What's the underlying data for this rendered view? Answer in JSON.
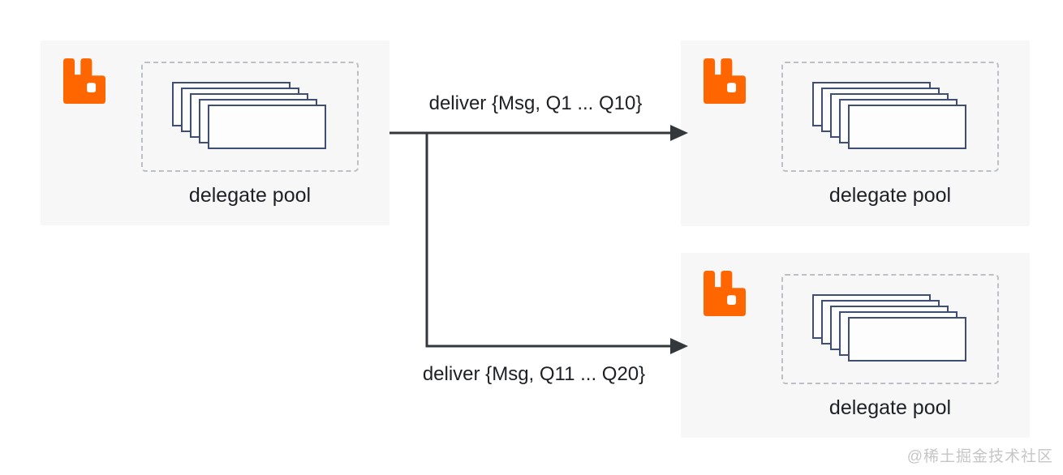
{
  "diagram": {
    "type": "architecture-diagram",
    "subject": "RabbitMQ delegate pool message delivery",
    "nodes": [
      {
        "id": "node-source",
        "icon": "rabbitmq-logo-icon",
        "pool_label": "delegate pool",
        "queue_cards": 5
      },
      {
        "id": "node-target-top",
        "icon": "rabbitmq-logo-icon",
        "pool_label": "delegate pool",
        "queue_cards": 5
      },
      {
        "id": "node-target-bottom",
        "icon": "rabbitmq-logo-icon",
        "pool_label": "delegate pool",
        "queue_cards": 5
      }
    ],
    "edges": [
      {
        "from": "node-source",
        "to": "node-target-top",
        "label": "deliver {Msg, Q1 ... Q10}"
      },
      {
        "from": "node-source",
        "to": "node-target-bottom",
        "label": "deliver {Msg, Q11 ... Q20}"
      }
    ],
    "watermark": "@稀土掘金技术社区",
    "colors": {
      "rabbitmq_orange": "#ff6600",
      "panel_background": "#f7f7f8",
      "queue_card_border": "#3e4e74",
      "queue_card_fill": "#fdfdfe",
      "dashed_border": "#bcc0c4",
      "arrow": "#33383d",
      "text": "#1d2025",
      "watermark": "#c6c6c6"
    }
  }
}
